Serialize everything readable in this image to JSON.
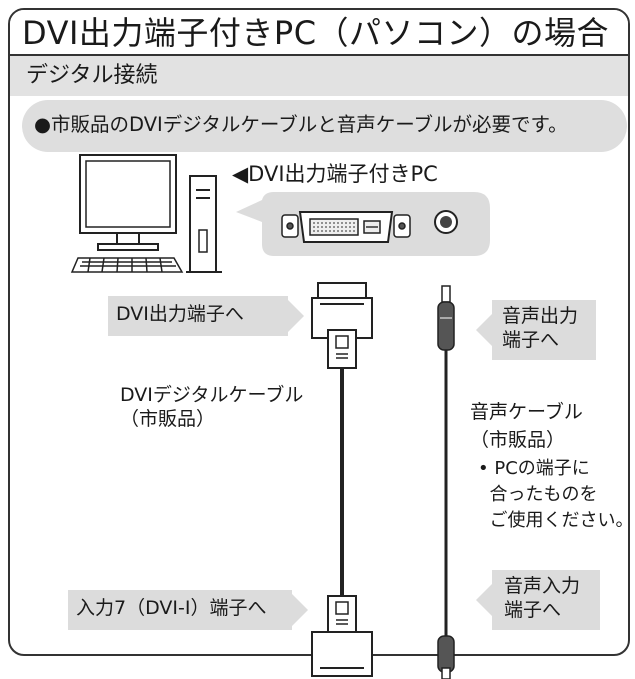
{
  "title": "DVI出力端子付きPC（パソコン）の場合",
  "section": "デジタル接続",
  "requirement": "●市販品のDVIデジタルケーブルと音声ケーブルが必要です。",
  "pc_label": "◀DVI出力端子付きPC",
  "callouts": {
    "dvi_out": "DVI出力端子へ",
    "audio_out": "音声出力\n端子へ",
    "dvi_in": "入力7（DVI-I）端子へ",
    "audio_in": "音声入力\n端子へ"
  },
  "dvi_cable": {
    "name": "DVIデジタルケーブル",
    "note": "（市販品）"
  },
  "audio_cable": {
    "name": "音声ケーブル",
    "note": "（市販品）",
    "bullet": "• PCの端子に\n  合ったものを\n  ご使用ください。"
  }
}
